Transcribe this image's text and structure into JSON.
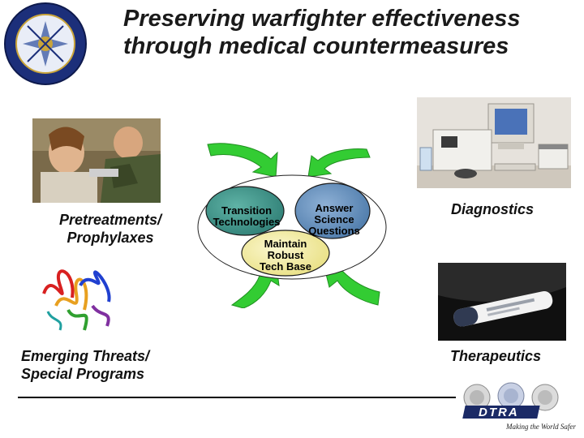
{
  "slide": {
    "title": "Preserving warfighter effectiveness\nthrough medical countermeasures"
  },
  "labels": {
    "pretreatments": "Pretreatments/\nProphylaxes",
    "diagnostics": "Diagnostics",
    "emerging": "Emerging Threats/\nSpecial Programs",
    "therapeutics": "Therapeutics"
  },
  "cycle": {
    "transition": "Transition\nTechnologies",
    "answer": "Answer\nScience\nQuestions",
    "maintain": "Maintain\nRobust\nTech Base"
  },
  "colors": {
    "arrow_green": "#33cc33",
    "oval_teal": "#2e7d74",
    "oval_blue": "#4a78a8",
    "oval_yellow": "#f2eb9a"
  },
  "footer": {
    "logo_text": "DTRA",
    "tagline": "Making the World Safer"
  }
}
